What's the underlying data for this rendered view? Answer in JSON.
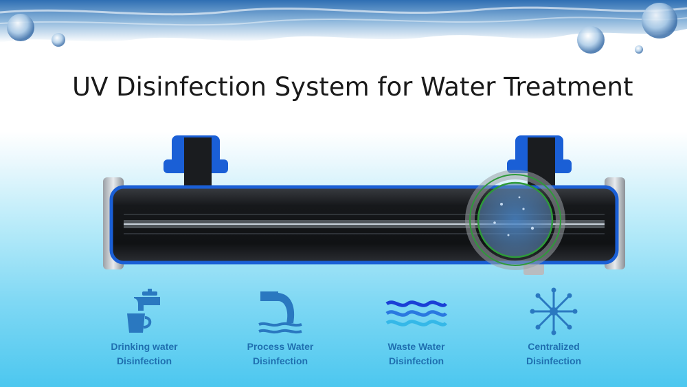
{
  "title": "UV Disinfection System for Water Treatment",
  "colors": {
    "accent_blue": "#1f6fb0",
    "pipe_blue": "#1a5fd6",
    "lens_green": "#2e9a3a",
    "icon_blue": "#2a78c0"
  },
  "applications": [
    {
      "icon": "faucet-cup-icon",
      "line1": "Drinking water",
      "line2": "Disinfection"
    },
    {
      "icon": "outfall-pipe-icon",
      "line1": "Process Water",
      "line2": "Disinfection"
    },
    {
      "icon": "waves-icon",
      "line1": "Waste Water",
      "line2": "Disinfection"
    },
    {
      "icon": "network-hub-icon",
      "line1": "Centralized",
      "line2": "Disinfection"
    }
  ]
}
